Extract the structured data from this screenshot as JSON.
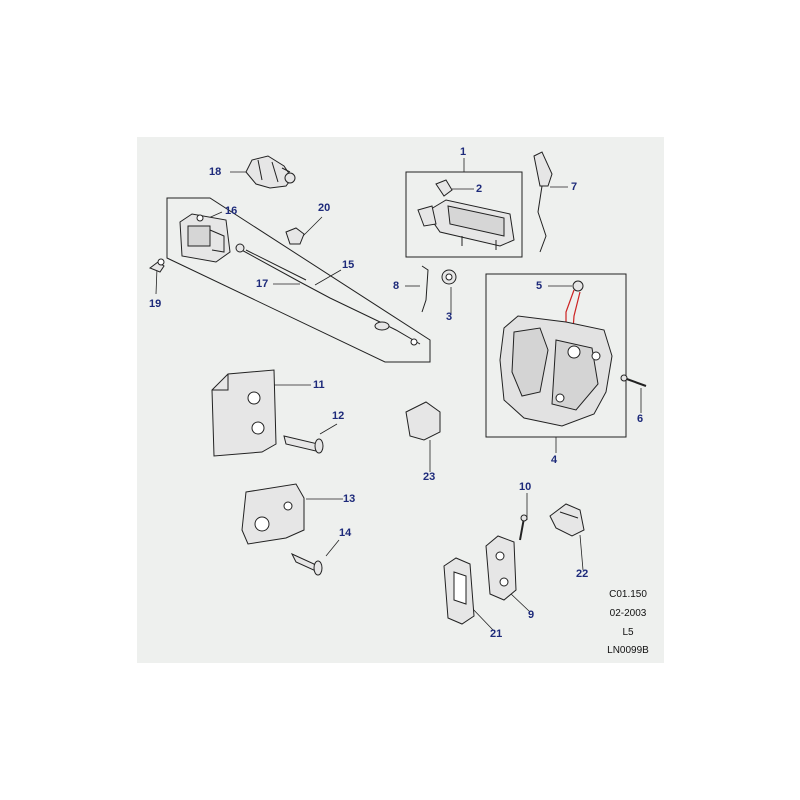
{
  "callouts": [
    "1",
    "2",
    "3",
    "4",
    "5",
    "6",
    "7",
    "8",
    "9",
    "10",
    "11",
    "12",
    "13",
    "14",
    "15",
    "16",
    "17",
    "18",
    "19",
    "20",
    "21",
    "22",
    "23"
  ],
  "reference": {
    "drawing_code": "C01.150",
    "date": "02-2003",
    "model": "L5",
    "sheet_id": "LN0099B"
  },
  "colors": {
    "background": "#eef0ee",
    "callout_text": "#1d2a7a",
    "part_outline": "#222222",
    "highlight_wire": "#cc2222"
  }
}
